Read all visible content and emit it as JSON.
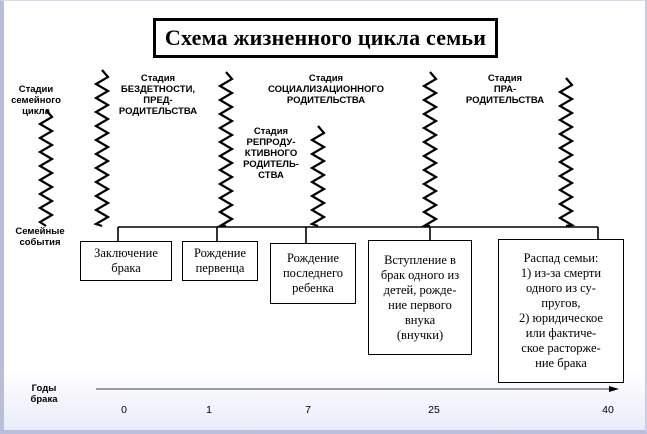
{
  "title": "Схема жизненного цикла семьи",
  "row_labels": {
    "stages": "Стадии\nсемейного\nцикла",
    "events": "Семейные\nсобытия",
    "years": "Годы\nбрака"
  },
  "stages": [
    {
      "label": "Стадия\nБЕЗДЕТНОСТИ,\nПРЕД-\nРОДИТЕЛЬСТВА"
    },
    {
      "label": "Стадия\nСОЦИАЛИЗАЦИОННОГО\nРОДИТЕЛЬСТВА"
    },
    {
      "label": "Стадия\nРЕПРОДУ-\nКТИВНОГО\nРОДИТЕЛЬ-\nСТВА"
    },
    {
      "label": "Стадия\nПРА-\nРОДИТЕЛЬСТВА"
    }
  ],
  "events": [
    {
      "text": "Заключение\nбрака"
    },
    {
      "text": "Рождение\nпервенца"
    },
    {
      "text": "Рождение\nпоследнего\nребенка"
    },
    {
      "text": "Вступление в\nбрак одного из\nдетей, рожде-\nние первого\nвнука\n(внучки)"
    },
    {
      "text": "Распад семьи:\n1) из-за смерти\nодного из су-\nпругов,\n2) юридическое\nили фактиче-\nское расторже-\nние брака"
    }
  ],
  "years": [
    "0",
    "1",
    "7",
    "25",
    "40"
  ]
}
